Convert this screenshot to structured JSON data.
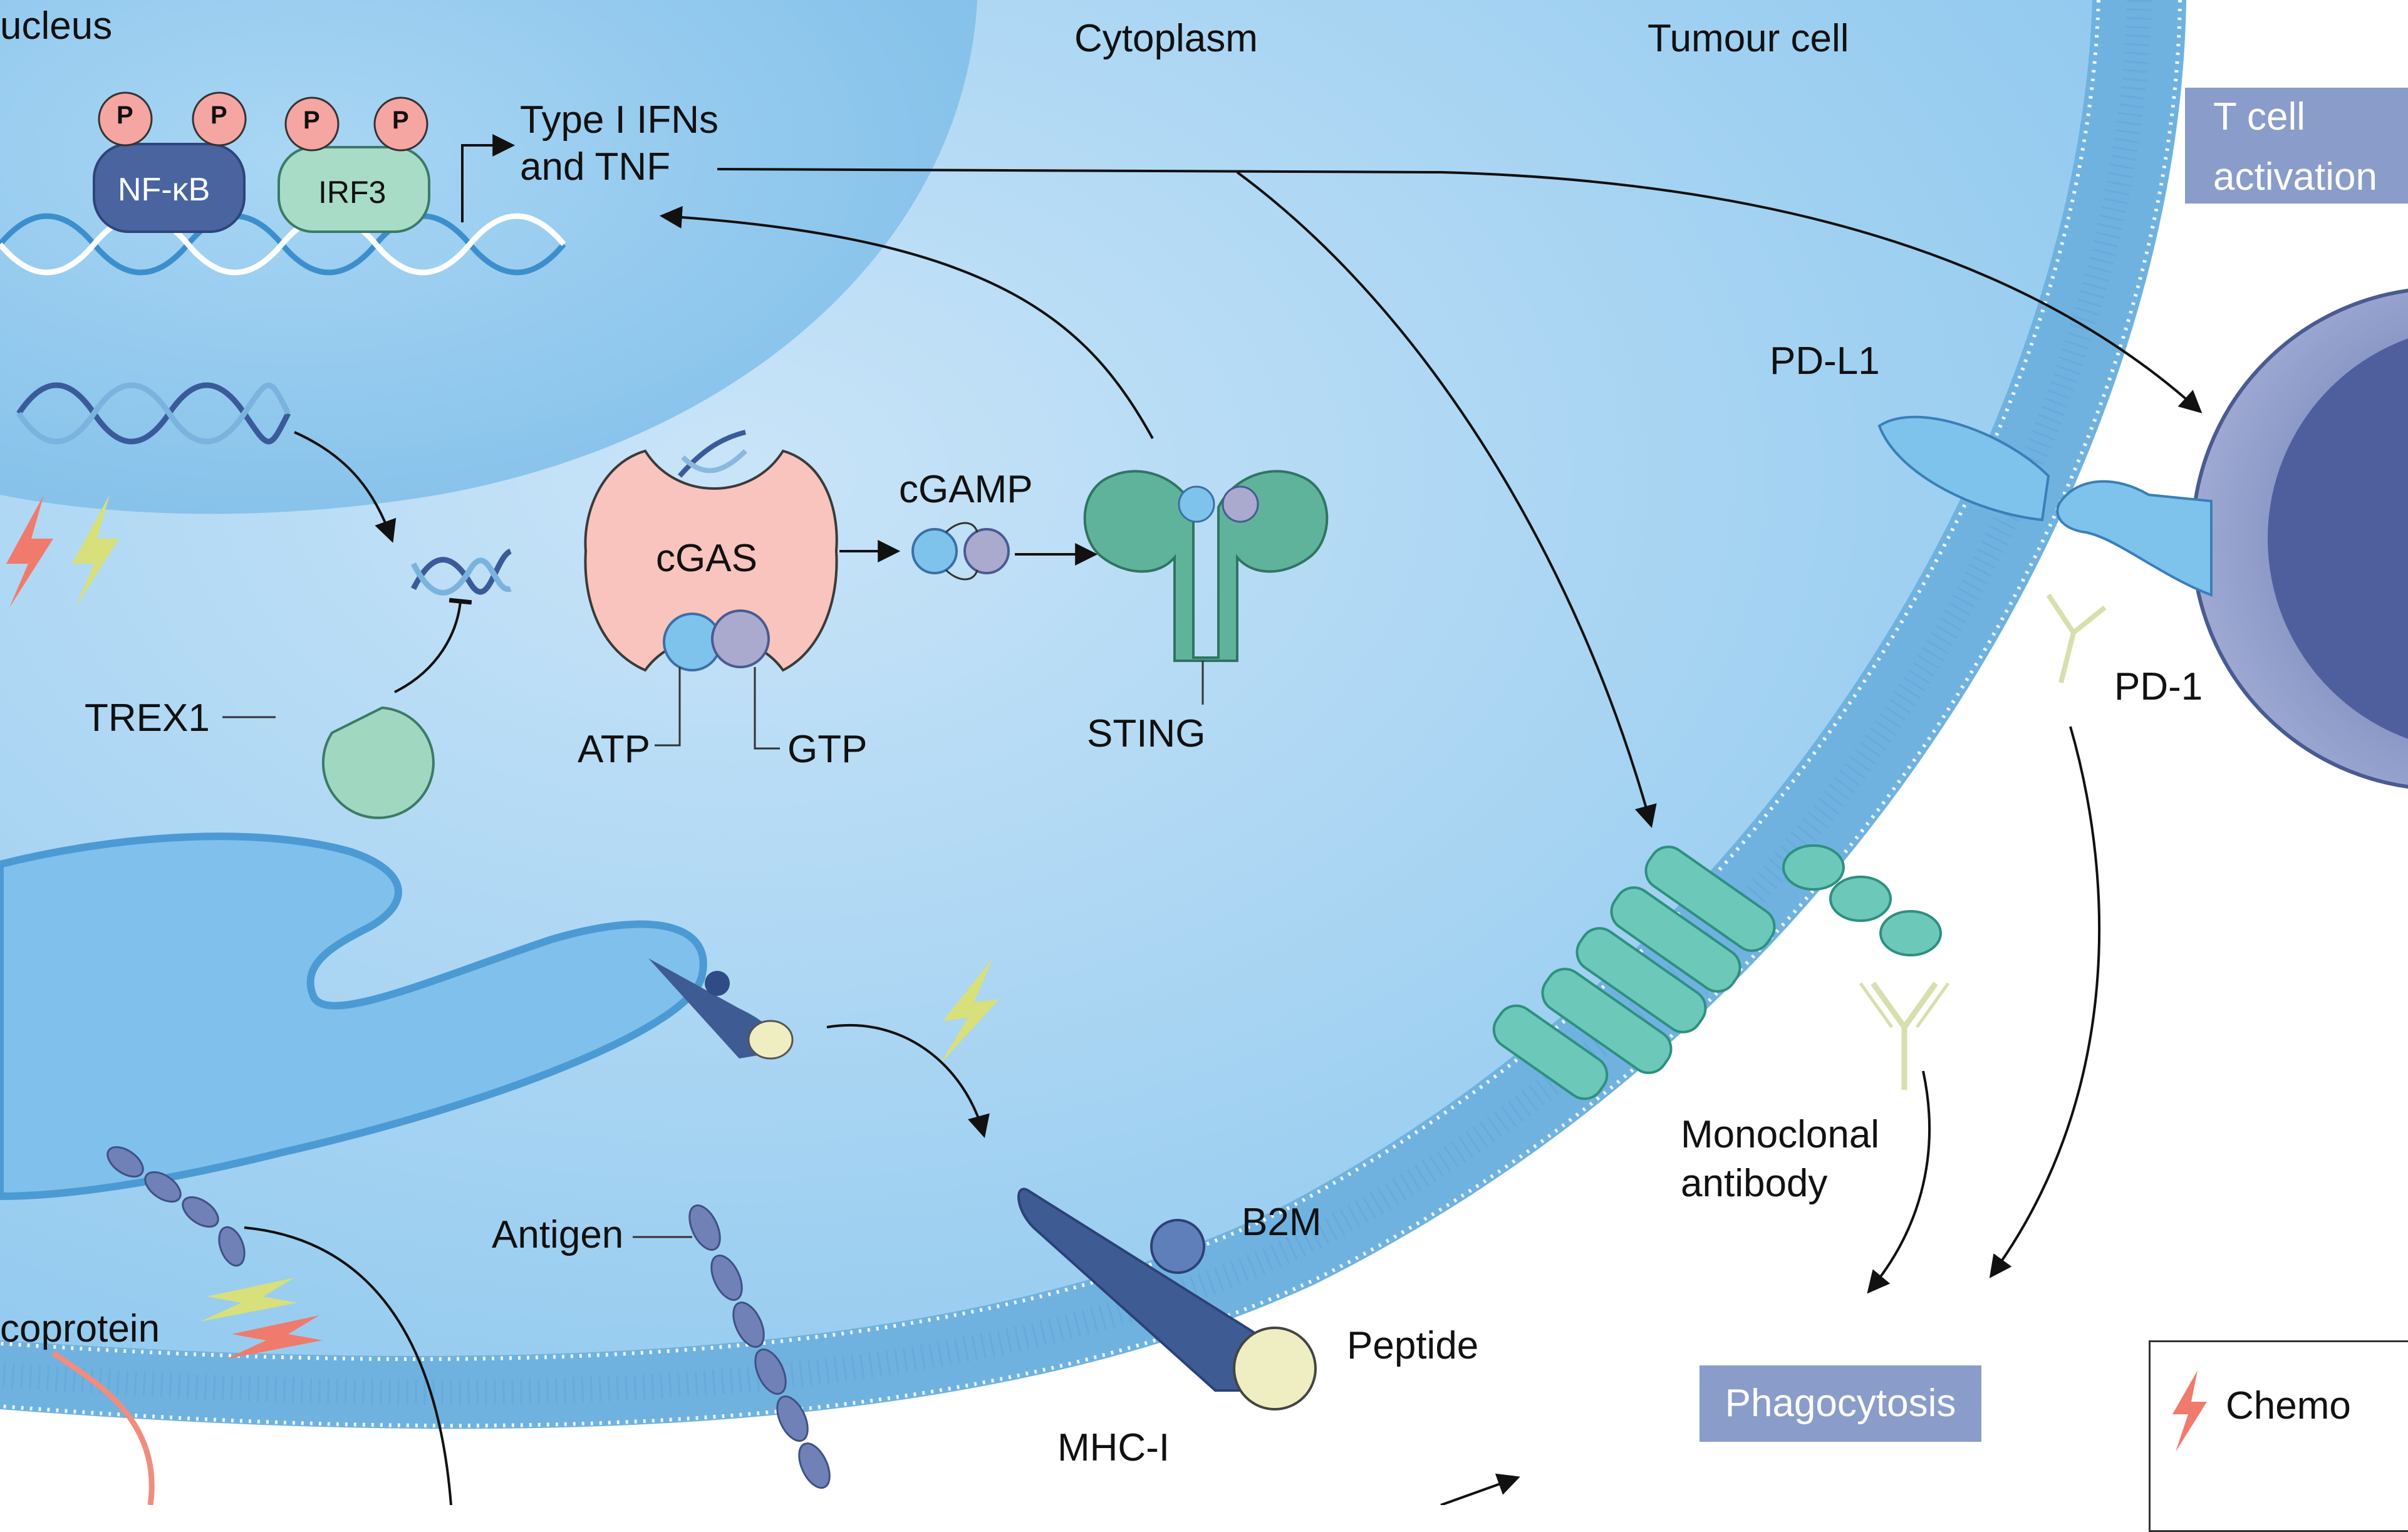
{
  "regions": {
    "nucleus": "ucleus",
    "cytoplasm": "Cytoplasm",
    "tumour_cell": "Tumour cell"
  },
  "nucleus": {
    "p_badge": "P",
    "nfkb": "NF-κB",
    "irf3": "IRF3",
    "output_line1": "Type I IFNs",
    "output_line2": "and TNF"
  },
  "cytosol": {
    "cgas": "cGAS",
    "cgamp": "cGAMP",
    "atp": "ATP",
    "gtp": "GTP",
    "sting": "STING",
    "trex1": "TREX1"
  },
  "surface": {
    "pdl1": "PD-L1",
    "pd1": "PD-1",
    "mab_line1": "Monoclonal",
    "mab_line2": "antibody",
    "b2m": "B2M",
    "peptide": "Peptide",
    "mhc": "MHC-I",
    "antigen": "Antigen",
    "glycoprotein": "coprotein"
  },
  "boxes": {
    "tcell_line1": "T cell",
    "tcell_line2": "activation",
    "phagocytosis": "Phagocytosis"
  },
  "legend": {
    "chemo": "Chemo"
  },
  "colors": {
    "cytoplasm": "#a9d3f1",
    "nucleus": "#8cc5ec",
    "membrane": "#8fc5e8",
    "label_box": "#8a9cc9",
    "cgas": "#f7c3bb",
    "sting": "#5fb39a",
    "tcell": "#5e6fa6",
    "mhc": "#3f5b93"
  }
}
